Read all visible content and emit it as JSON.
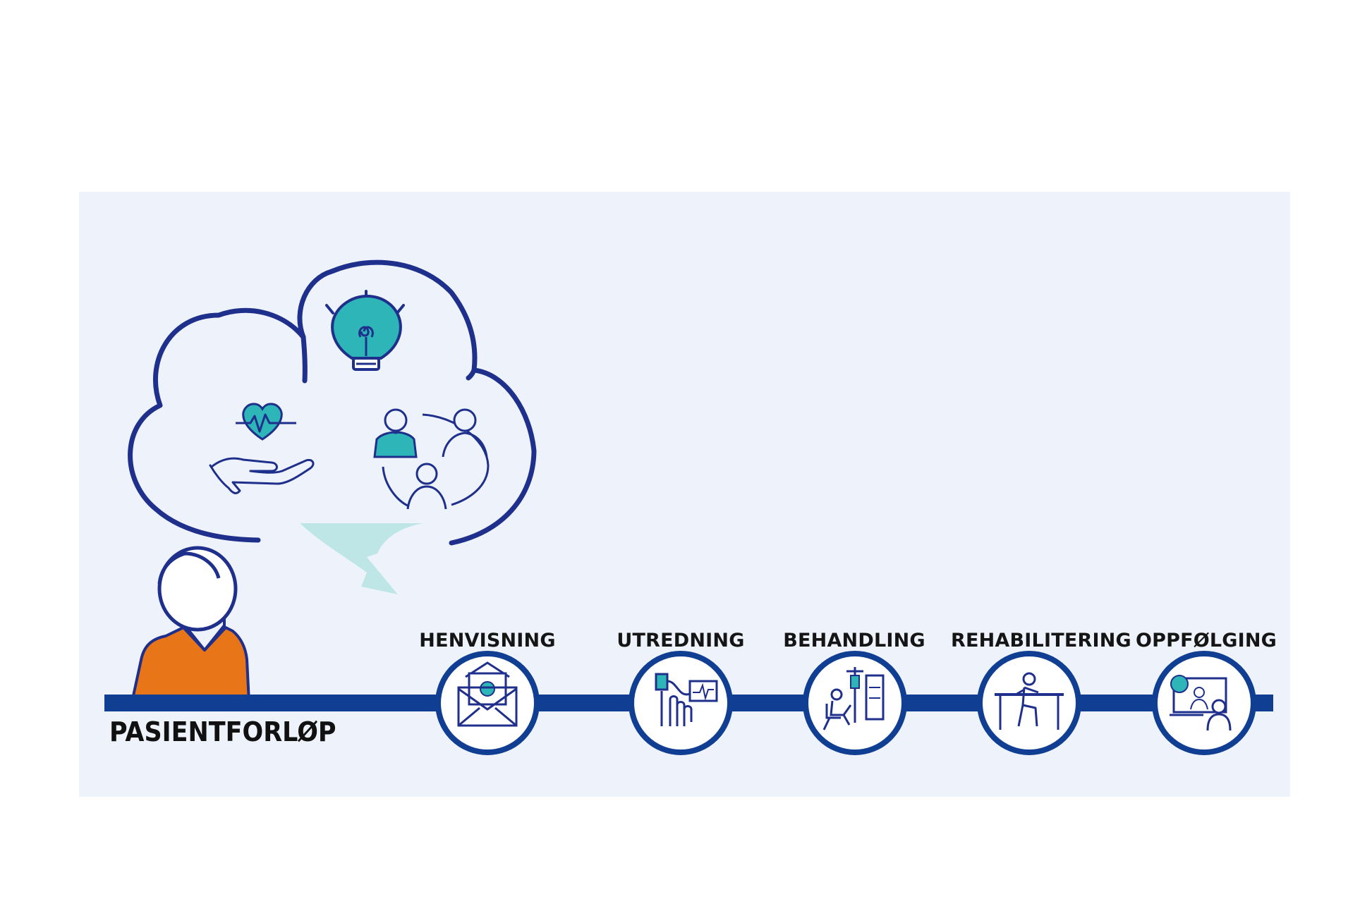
{
  "diagram": {
    "journey_label": "PASIENTFORLØP",
    "stages": [
      {
        "label": "HENVISNING",
        "icon": "envelope-icon"
      },
      {
        "label": "UTREDNING",
        "icon": "monitoring-icon"
      },
      {
        "label": "BEHANDLING",
        "icon": "treatment-icon"
      },
      {
        "label": "REHABILITERING",
        "icon": "rehabilitation-icon"
      },
      {
        "label": "OPPFØLGING",
        "icon": "video-consultation-icon"
      }
    ],
    "cloud_icons": [
      "lightbulb-icon",
      "heart-in-hand-icon",
      "people-network-icon"
    ],
    "colors": {
      "navy": "#1f2f8c",
      "timeline": "#103e92",
      "teal": "#2db5b7",
      "orange": "#e87518",
      "light_teal": "#bfe6e6",
      "panel": "#eef3fb"
    }
  }
}
